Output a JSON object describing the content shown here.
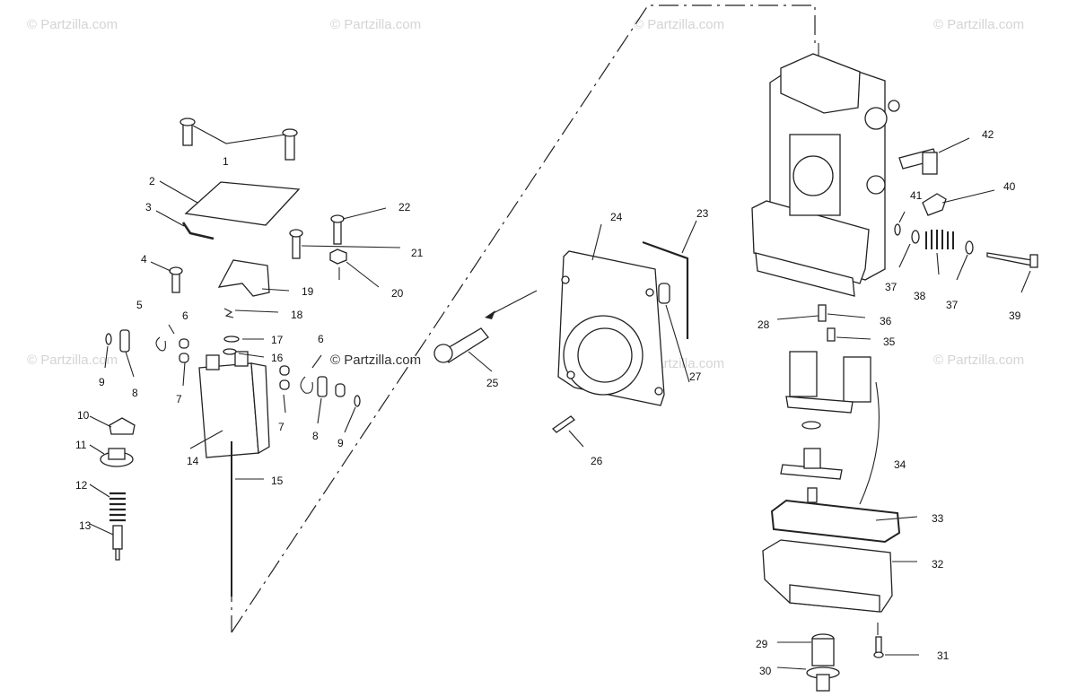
{
  "watermarks": {
    "text": "© Partzilla.com"
  },
  "callouts": {
    "c1": "1",
    "c2": "2",
    "c3": "3",
    "c4": "4",
    "c5": "5",
    "c6a": "6",
    "c6b": "6",
    "c7a": "7",
    "c7b": "7",
    "c8a": "8",
    "c8b": "8",
    "c9a": "9",
    "c9b": "9",
    "c10": "10",
    "c11": "11",
    "c12": "12",
    "c13": "13",
    "c14": "14",
    "c15": "15",
    "c16": "16",
    "c17": "17",
    "c18": "18",
    "c19": "19",
    "c20": "20",
    "c21": "21",
    "c22": "22",
    "c23": "23",
    "c24": "24",
    "c25": "25",
    "c26": "26",
    "c27": "27",
    "c28": "28",
    "c29": "29",
    "c30": "30",
    "c31": "31",
    "c32": "32",
    "c33": "33",
    "c34": "34",
    "c35": "35",
    "c36": "36",
    "c37a": "37",
    "c37b": "37",
    "c38": "38",
    "c39": "39",
    "c40": "40",
    "c41": "41",
    "c42": "42"
  }
}
